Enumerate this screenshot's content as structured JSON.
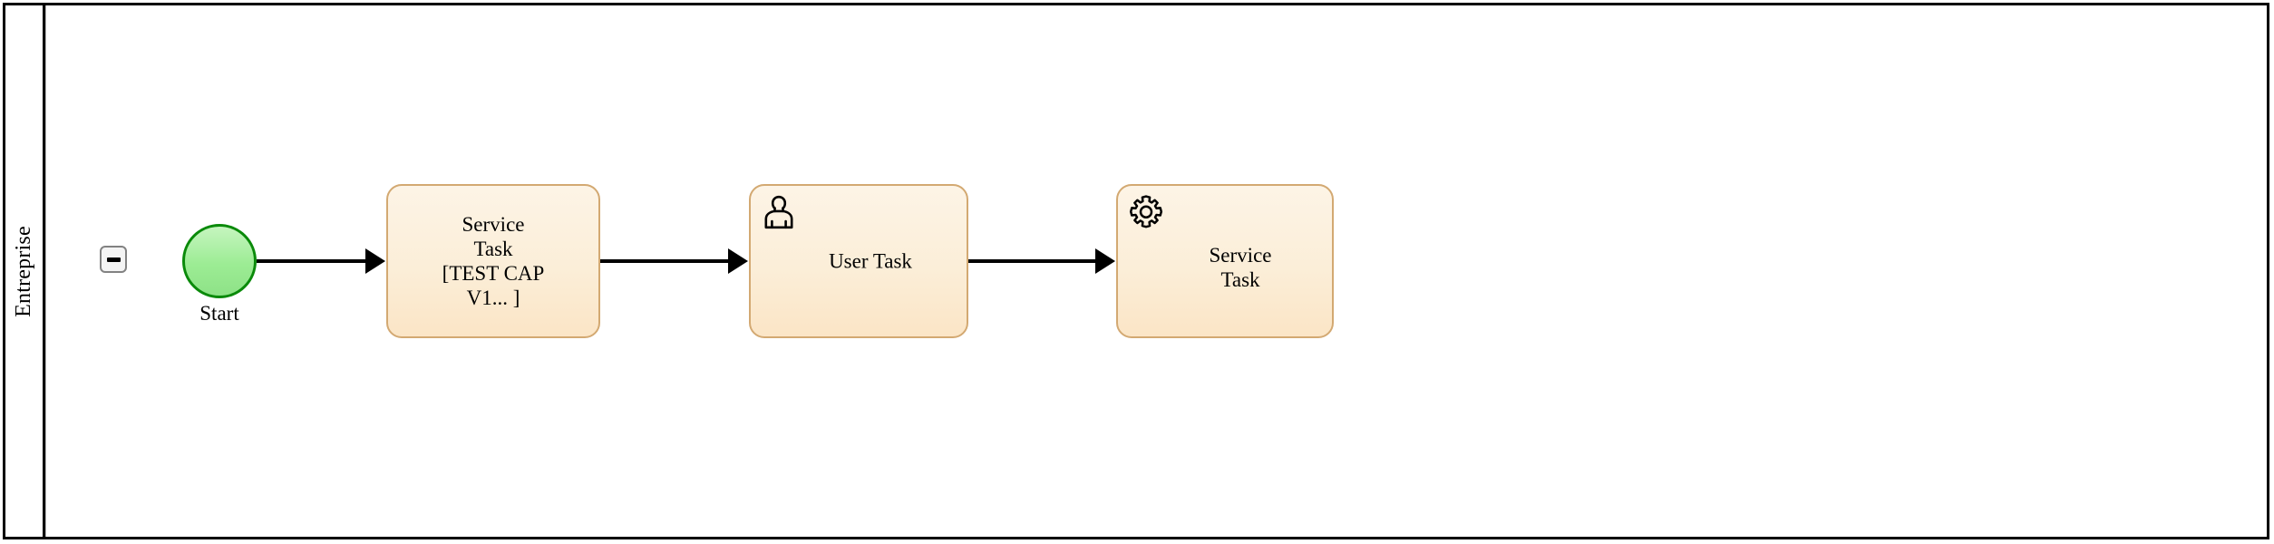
{
  "diagram": {
    "type": "bpmn-process-diagram",
    "pool": {
      "name": "Entreprise",
      "collapse_toggle": {
        "icon": "minus-icon",
        "state": "expanded"
      }
    },
    "colors": {
      "pool_border": "#000000",
      "task_fill_top": "#fdf4e6",
      "task_fill_bottom": "#fbe5c6",
      "task_border": "#d3a972",
      "start_event_fill": "#9cec94",
      "start_event_border": "#0a8a0a",
      "connector": "#000000",
      "toggle_bg": "#f4f4f4",
      "toggle_border": "#828282"
    },
    "nodes": [
      {
        "id": "start-event",
        "kind": "start-event",
        "label": "Start",
        "icon": "none"
      },
      {
        "id": "task-service-1",
        "kind": "service-task",
        "label": "Service\nTask\n[TEST CAP\nV1... ]",
        "icon": "none"
      },
      {
        "id": "task-user-1",
        "kind": "user-task",
        "label": "User Task",
        "icon": "user-icon"
      },
      {
        "id": "task-service-2",
        "kind": "service-task",
        "label": "Service\nTask",
        "icon": "gear-icon"
      }
    ],
    "connectors": [
      {
        "id": "conn-1",
        "from": "start-event",
        "to": "task-service-1",
        "kind": "sequence-flow"
      },
      {
        "id": "conn-2",
        "from": "task-service-1",
        "to": "task-user-1",
        "kind": "sequence-flow"
      },
      {
        "id": "conn-3",
        "from": "task-user-1",
        "to": "task-service-2",
        "kind": "sequence-flow"
      }
    ]
  }
}
